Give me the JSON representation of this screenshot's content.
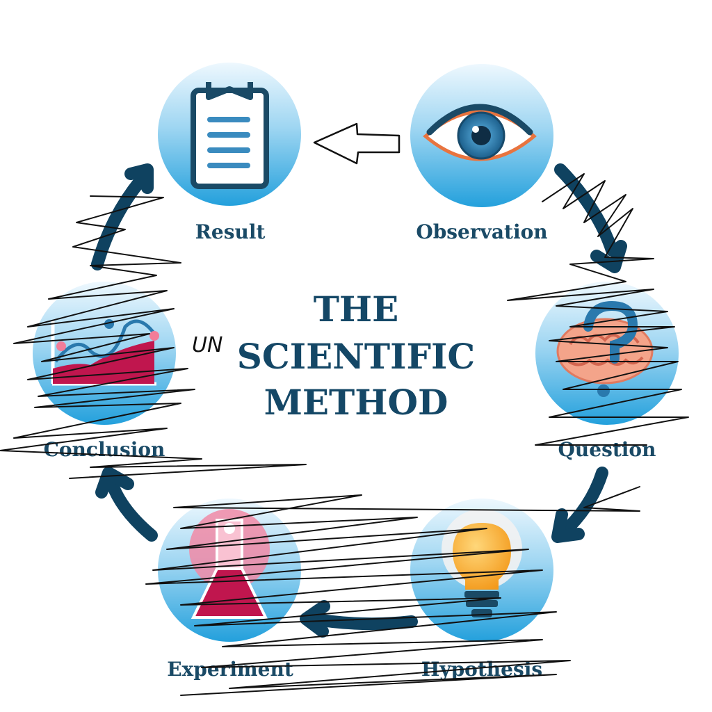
{
  "title": {
    "line1": "THE",
    "line2": "SCIENTIFIC",
    "line3": "METHOD"
  },
  "annotation": {
    "text": "UN"
  },
  "steps": [
    {
      "label": "Result",
      "icon": "clipboard-icon"
    },
    {
      "label": "Observation",
      "icon": "eye-icon"
    },
    {
      "label": "Question",
      "icon": "brain-question-icon"
    },
    {
      "label": "Hypothesis",
      "icon": "lightbulb-icon"
    },
    {
      "label": "Experiment",
      "icon": "flask-icon"
    },
    {
      "label": "Conclusion",
      "icon": "chart-icon"
    }
  ],
  "colors": {
    "title": "#144766",
    "arrow": "#0f4260",
    "circle_top": "#eaf6fd",
    "circle_bottom": "#2aa6e0",
    "accent_red": "#c0164e",
    "accent_pink": "#f28aa8",
    "accent_orange": "#f5a623"
  }
}
